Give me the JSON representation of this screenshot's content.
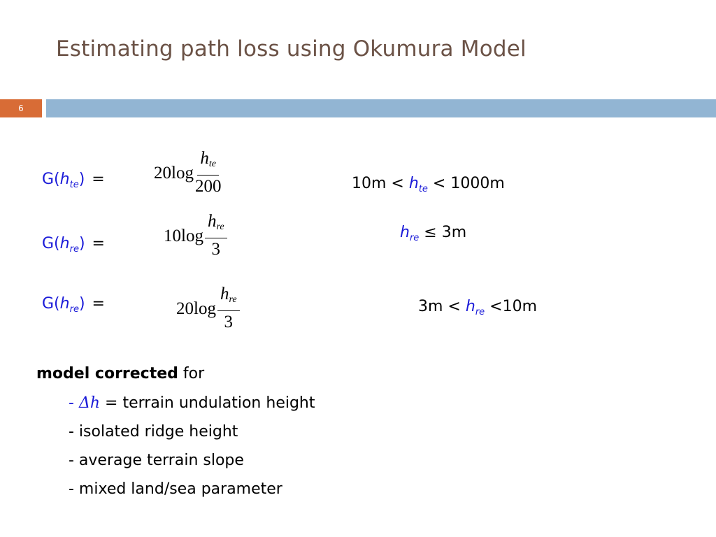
{
  "slide": {
    "title": "Estimating path loss using Okumura Model",
    "number": "6"
  },
  "equations": [
    {
      "lhs_g": "G(",
      "lhs_var": "h",
      "lhs_sub": "te",
      "lhs_close": ")",
      "eq": "=",
      "coef": "20log",
      "num_var": "h",
      "num_sub": "te",
      "den": "200",
      "cond_pre": "10m <",
      "cond_var": "h",
      "cond_sub": "te",
      "cond_post": "< 1000m"
    },
    {
      "lhs_g": "G(",
      "lhs_var": "h",
      "lhs_sub": "re",
      "lhs_close": ")",
      "eq": "=",
      "coef": "10log",
      "num_var": "h",
      "num_sub": "re",
      "den": "3",
      "cond_pre": "",
      "cond_var": "h",
      "cond_sub": "re",
      "cond_sym": "≤",
      "cond_post": "3m"
    },
    {
      "lhs_g": "G(",
      "lhs_var": "h",
      "lhs_sub": "re",
      "lhs_close": ")",
      "eq": "=",
      "coef": "20log",
      "num_var": "h",
      "num_sub": "re",
      "den": "3",
      "cond_pre": "3m <",
      "cond_var": "h",
      "cond_sub": "re",
      "cond_post": "<10m"
    }
  ],
  "model": {
    "bold": "model corrected",
    "rest": "for",
    "items": [
      {
        "dash": "-",
        "delta": "Δh",
        "eq": "=",
        "text": "terrain undulation height"
      },
      {
        "text": "- isolated ridge height"
      },
      {
        "text": "- average terrain slope"
      },
      {
        "text": "- mixed land/sea parameter"
      }
    ]
  },
  "colors": {
    "title": "#6b5246",
    "accent_orange": "#d86c36",
    "accent_blue_bar": "#92b5d3",
    "var_blue": "#1a1ad8"
  }
}
